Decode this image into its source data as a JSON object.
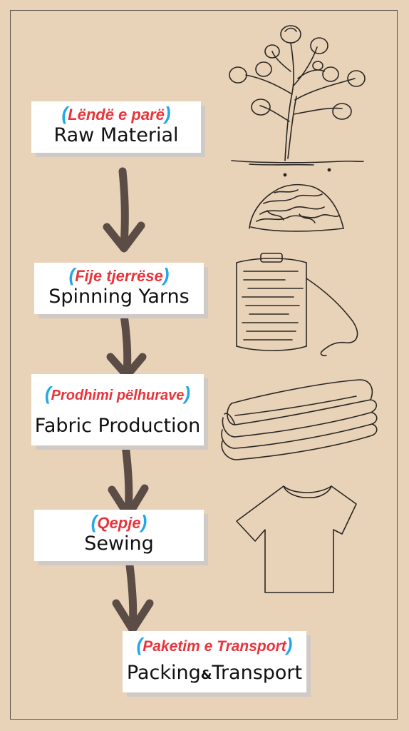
{
  "steps": [
    {
      "albanian": "Lëndë e parë",
      "english": "Raw Material"
    },
    {
      "albanian": "Fije tjerrëse",
      "english": "Spinning Yarns"
    },
    {
      "albanian": "Prodhimi pëlhurave",
      "english": "Fabric Production"
    },
    {
      "albanian": "Qepje",
      "english": "Sewing"
    },
    {
      "albanian": "Paketim e Transport",
      "english_part1": "Packing",
      "english_amp": "&",
      "english_part2": "Transport"
    }
  ],
  "paren_open": "(",
  "paren_close": ")",
  "colors": {
    "background": "#e8d2b8",
    "arrow": "#5b4d45",
    "albanian_text": "#e8343b",
    "parenthesis": "#24a7e8",
    "box": "#ffffff",
    "line_art": "#2b2724"
  },
  "icons": [
    "cotton-plant-icon",
    "cotton-pile-icon",
    "yarn-spool-icon",
    "folded-fabric-icon",
    "t-shirt-icon"
  ]
}
